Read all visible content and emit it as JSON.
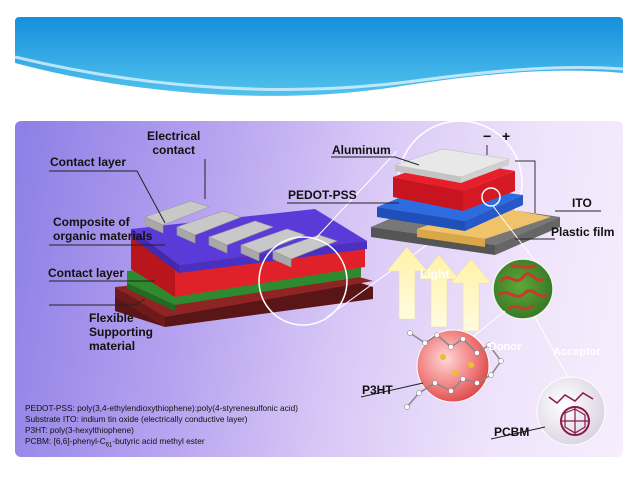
{
  "colors": {
    "banner_top": "#1d9ee6",
    "banner_bottom": "#4fc3ee",
    "panel": "#b6a2ef"
  },
  "labels": {
    "electrical_contact_line1": "Electrical",
    "electrical_contact_line2": "contact",
    "contact_layer_top": "Contact layer",
    "composite_line1": "Composite of",
    "composite_line2": "organic materials",
    "contact_layer_bottom": "Contact layer",
    "flexible_line1": "Flexible",
    "flexible_line2": "Supporting",
    "flexible_line3": "material",
    "aluminum": "Aluminum",
    "pedot_pss": "PEDOT-PSS",
    "ito": "ITO",
    "plastic_film": "Plastic film",
    "light": "Light",
    "donor": "Donor",
    "acceptor": "Acceptor",
    "p3ht": "P3HT",
    "pcbm": "PCBM",
    "minus": "−",
    "plus": "+"
  },
  "legend": {
    "line1": "PEDOT-PSS: poly(3,4-ethylendioxythiophene):poly(4-styrenesulfonic acid)",
    "line2": "Substrate ITO: indium tin oxide (electrically conductive layer)",
    "line3": "P3HT: poly(3-hexylthiophene)",
    "line4_before": "PCBM: [6,6]-phenyl-C",
    "line4_sub": "61",
    "line4_after": "-butyric acid methyl ester"
  }
}
